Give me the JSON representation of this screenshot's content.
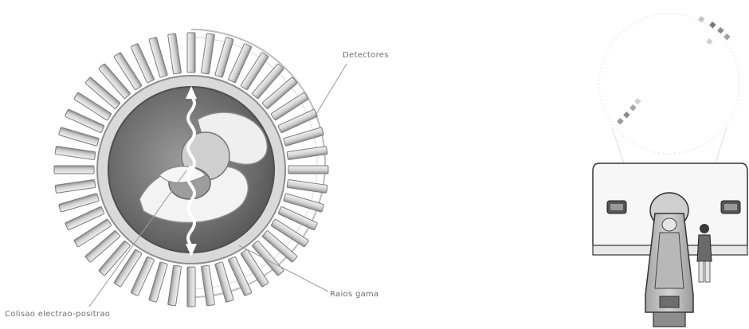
{
  "labels": {
    "detectors": "Detectores",
    "gamma_rays": "Raios gama",
    "collision": "Colisao electrao-positrao"
  },
  "colors": {
    "ring_outer": "#c9c9c9",
    "fins": "#dcdcdc",
    "fin_shade": "#9a9a9a",
    "interior": "#7a7a7a",
    "scanner_body": "#f2f2f2",
    "patient": "#b8b8b8",
    "label_text": "#6d6d6d"
  },
  "icons": [
    "pet-detector-ring-illustration",
    "pet-scanner-machine-illustration",
    "gamma-wave-arrow-icon",
    "technician-figure"
  ]
}
